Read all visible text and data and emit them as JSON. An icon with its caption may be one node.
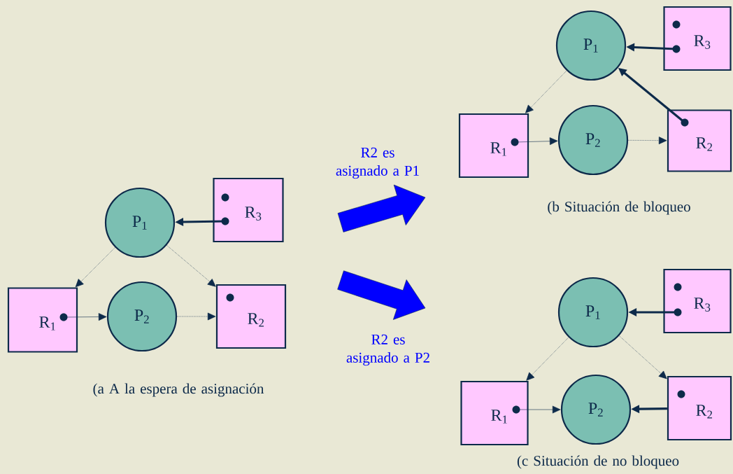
{
  "diagram": {
    "nodes": [
      {
        "text": [
          "P$_{1}$"
        ]
      },
      {
        "text": [
          "R$_{3}$"
        ]
      },
      {
        "text": [
          "R$_{1}$"
        ]
      },
      {
        "text": [
          "P$_{2}$"
        ]
      },
      {
        "text": [
          "R$_{2}$"
        ]
      },
      {
        "text": [
          "P$_{1}$"
        ]
      },
      {
        "text": [
          "R$_{3}$"
        ]
      },
      {
        "text": [
          "R$_{1}$"
        ]
      },
      {
        "text": [
          "P$_{2}$"
        ]
      },
      {
        "text": [
          "R$_{2}$"
        ]
      },
      {
        "text": [
          "P$_{1}$"
        ]
      },
      {
        "text": [
          "R$_{3}$"
        ]
      },
      {
        "text": [
          "R$_{1}$"
        ]
      },
      {
        "text": [
          "P$_{2}$"
        ]
      },
      {
        "text": [
          "R$_{2}$"
        ]
      }
    ],
    "edges": [
      {
        "from": 0,
        "to": 2,
        "arrow": "to",
        "style": "dashed"
      },
      {
        "from": 0,
        "to": 4,
        "arrow": "to",
        "style": "dashed"
      },
      {
        "from": 1,
        "to": 0,
        "arrow": "to",
        "style": "thick"
      },
      {
        "from": 2,
        "to": 3,
        "arrow": "to"
      },
      {
        "from": 3,
        "to": 4,
        "arrow": "to",
        "style": "dashed"
      },
      {
        "from": 5,
        "to": 7,
        "arrow": "to",
        "style": "dashed"
      },
      {
        "from": 6,
        "to": 5,
        "arrow": "to",
        "style": "thick"
      },
      {
        "from": 9,
        "to": 5,
        "arrow": "to",
        "style": "thick"
      },
      {
        "from": 7,
        "to": 8,
        "arrow": "to"
      },
      {
        "from": 8,
        "to": 9,
        "arrow": "to",
        "style": "dashed"
      },
      {
        "from": 10,
        "to": 12,
        "arrow": "to",
        "style": "dashed"
      },
      {
        "from": 10,
        "to": 14,
        "arrow": "to",
        "style": "dashed"
      },
      {
        "from": 11,
        "to": 10,
        "arrow": "to",
        "style": "thick"
      },
      {
        "from": 12,
        "to": 13,
        "arrow": "to"
      },
      {
        "from": 14,
        "to": 13,
        "arrow": "to",
        "style": "thick"
      }
    ],
    "labels": [
      "R2 es asignado a P1",
      "(b Situación de bloqueo",
      "R2 es asignado a P2",
      "(a A la espera de asignación",
      "(c Situación de no bloqueo"
    ]
  }
}
